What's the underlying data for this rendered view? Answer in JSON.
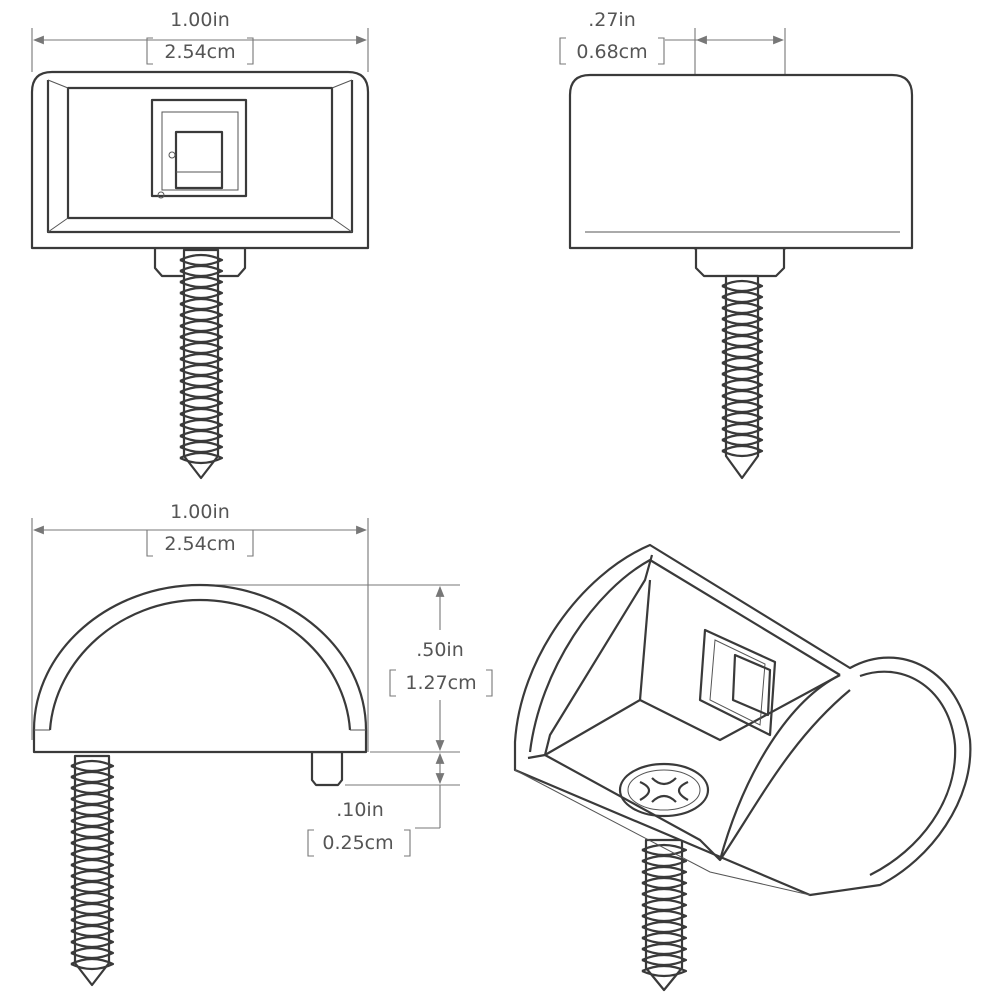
{
  "views": {
    "front": {
      "width_in": "1.00in",
      "width_cm": "2.54cm"
    },
    "side": {
      "offset_in": ".27in",
      "offset_cm": "0.68cm"
    },
    "profile": {
      "width_in": "1.00in",
      "width_cm": "2.54cm",
      "height_in": ".50in",
      "height_cm": "1.27cm",
      "stub_in": ".10in",
      "stub_cm": "0.25cm"
    },
    "isometric": {}
  },
  "colors": {
    "line": "#3a3a3a",
    "dimension": "#777777",
    "text": "#555555"
  }
}
